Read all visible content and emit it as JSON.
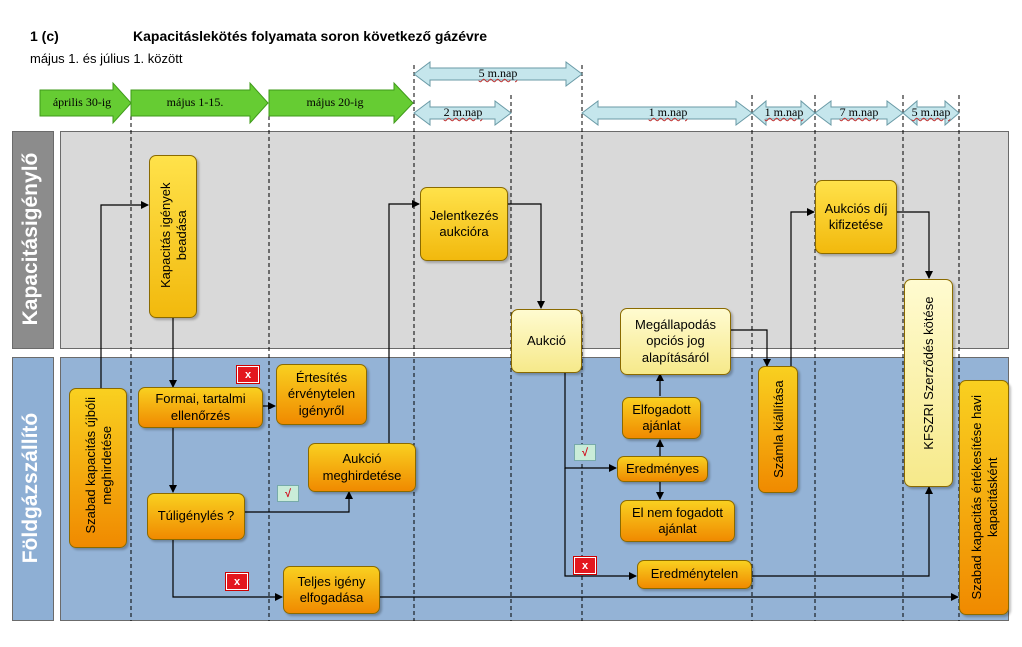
{
  "header": {
    "number": "1 (c)",
    "title": "Kapacitáslekötés folyamata soron következő gázévre",
    "subtitle": "május 1. és július 1. között"
  },
  "phases": [
    {
      "label": "április 30-ig"
    },
    {
      "label": "május 1-15."
    },
    {
      "label": "május 20-ig"
    }
  ],
  "durations": {
    "top": "5 m.nap",
    "d1": "2 m.nap",
    "d2": "1 m.nap",
    "d3": "1 m.nap",
    "d4": "7 m.nap",
    "d5": "5 m.nap"
  },
  "lanes": {
    "top": "Kapacitásigénylő",
    "bottom": "Földgázszállító"
  },
  "nodes": {
    "kapacitas_igenyek": "Kapacitás igények beadása",
    "jelentkezes": "Jelentkezés aukcióra",
    "aukcio": "Aukció",
    "aukcios_dij": "Aukciós díj kifizetése",
    "megallapodas": "Megállapodás opciós jog alapításáról",
    "kfszri": "KFSZRI Szerződés kötése",
    "szabad_ujboli": "Szabad kapacitás újbóli meghirdetése",
    "formai": "Formai, tartalmi ellenőrzés",
    "ertesites": "Értesítés érvénytelen igényről",
    "aukcio_meghirdetese": "Aukció meghirdetése",
    "tuligenyles": "Túligénylés ?",
    "teljes_igeny": "Teljes igény elfogadása",
    "elfogadott": "Elfogadott ajánlat",
    "eredmenyes": "Eredményes",
    "el_nem_fogadott": "El nem fogadott ajánlat",
    "eredmenytelen": "Eredménytelen",
    "szamla": "Számla kiállítása",
    "szabad_ertekesites": "Szabad kapacitás értékesítése havi kapacitásként"
  },
  "marks": {
    "x": "x",
    "check": "√"
  },
  "colors": {
    "phase_arrow": "#66cc33",
    "duration_arrow": "#c5e6ec",
    "lane_top": "#d9d9d9",
    "lane_bottom": "#94b3d6",
    "label_top": "#8c8c8c",
    "label_bottom": "#8eafd4",
    "node_orange": "#f59a0c",
    "node_yellow": "#f5c518",
    "node_pale": "#fbf3b0"
  }
}
